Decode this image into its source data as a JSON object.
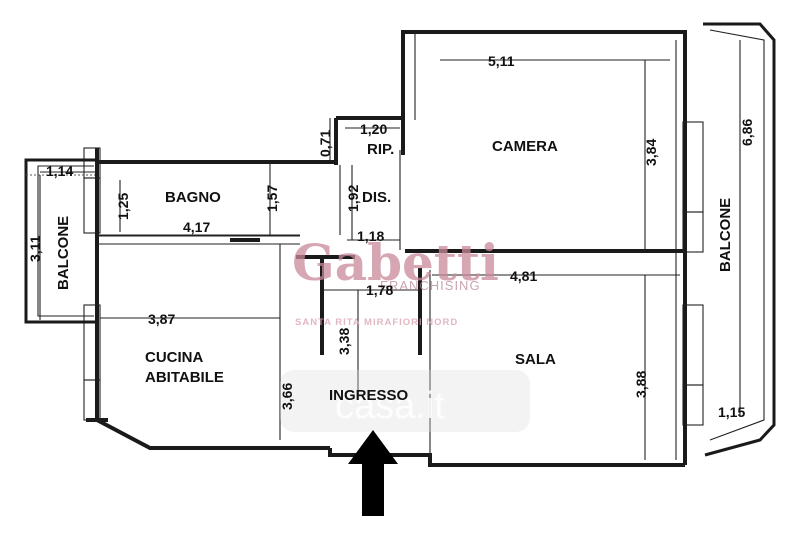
{
  "rooms": {
    "camera": "CAMERA",
    "bagno": "BAGNO",
    "rip": "RIP.",
    "dis": "DIS.",
    "cucina_line1": "CUCINA",
    "cucina_line2": "ABITABILE",
    "ingresso": "INGRESSO",
    "sala": "SALA",
    "balcone_left": "BALCONE",
    "balcone_right": "BALCONE"
  },
  "dimensions": {
    "camera_width": "5,11",
    "camera_height": "3,84",
    "balcone_right_length": "6,86",
    "balcone_right_width": "1,15",
    "rip_width": "1,20",
    "rip_height": "0,71",
    "dis_height": "1,92",
    "dis_width": "1,18",
    "balcone_left_width": "1,14",
    "balcone_left_length": "3,11",
    "bagno_height": "1,25",
    "bagno_height_right": "1,57",
    "bagno_width": "4,17",
    "ingresso_width": "1,78",
    "ingresso_height": "3,38",
    "sala_width": "4,81",
    "sala_height": "3,88",
    "cucina_width": "3,87",
    "cucina_height": "3,66"
  },
  "watermark": {
    "brand": "Gabetti",
    "subtitle": "FRANCHISING",
    "agency": "SANTA RITA MIRAFIORI NORD",
    "portal": "casa.it"
  },
  "colors": {
    "walls": "#1a1a1a",
    "watermark": "#c98a9a",
    "entrance_arrow": "#000000"
  },
  "icons": {
    "entrance": "arrow-up-icon"
  }
}
